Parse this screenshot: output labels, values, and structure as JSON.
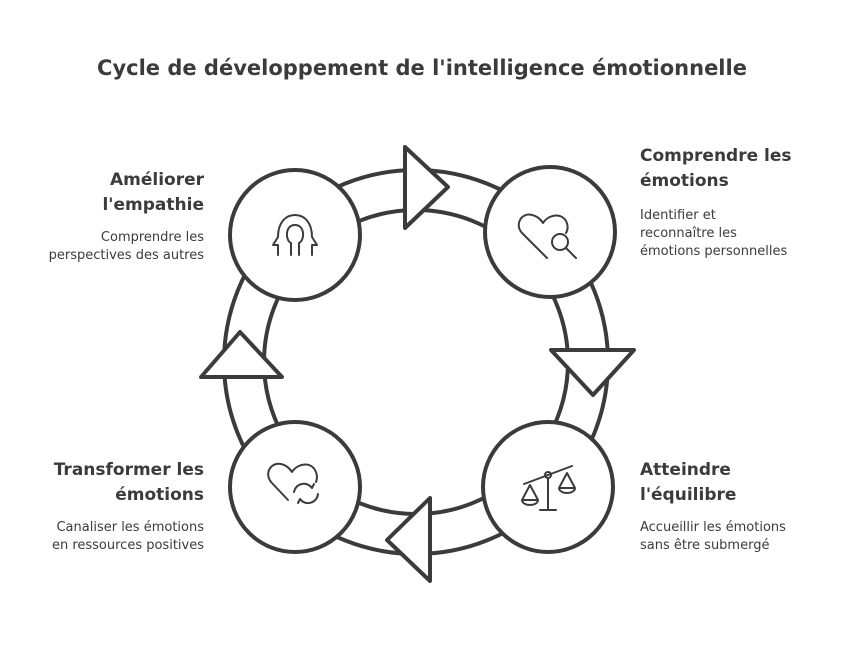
{
  "title": "Cycle de développement de l'intelligence émotionnelle",
  "steps": [
    {
      "title_lines": [
        "Améliorer",
        "l'empathie"
      ],
      "desc_lines": [
        "Comprendre les",
        "perspectives des autres"
      ],
      "icon": "two-heads-icon"
    },
    {
      "title_lines": [
        "Comprendre les",
        "émotions"
      ],
      "desc_lines": [
        "Identifier et",
        "reconnaître les",
        "émotions personnelles"
      ],
      "icon": "heart-magnifier-icon"
    },
    {
      "title_lines": [
        "Atteindre",
        "l'équilibre"
      ],
      "desc_lines": [
        "Accueillir les émotions",
        "sans être submergé"
      ],
      "icon": "balance-scale-icon"
    },
    {
      "title_lines": [
        "Transformer les",
        "émotions"
      ],
      "desc_lines": [
        "Canaliser les émotions",
        "en ressources positives"
      ],
      "icon": "heart-cycle-icon"
    }
  ],
  "colors": {
    "stroke": "#3b3b3b",
    "background": "#ffffff"
  }
}
